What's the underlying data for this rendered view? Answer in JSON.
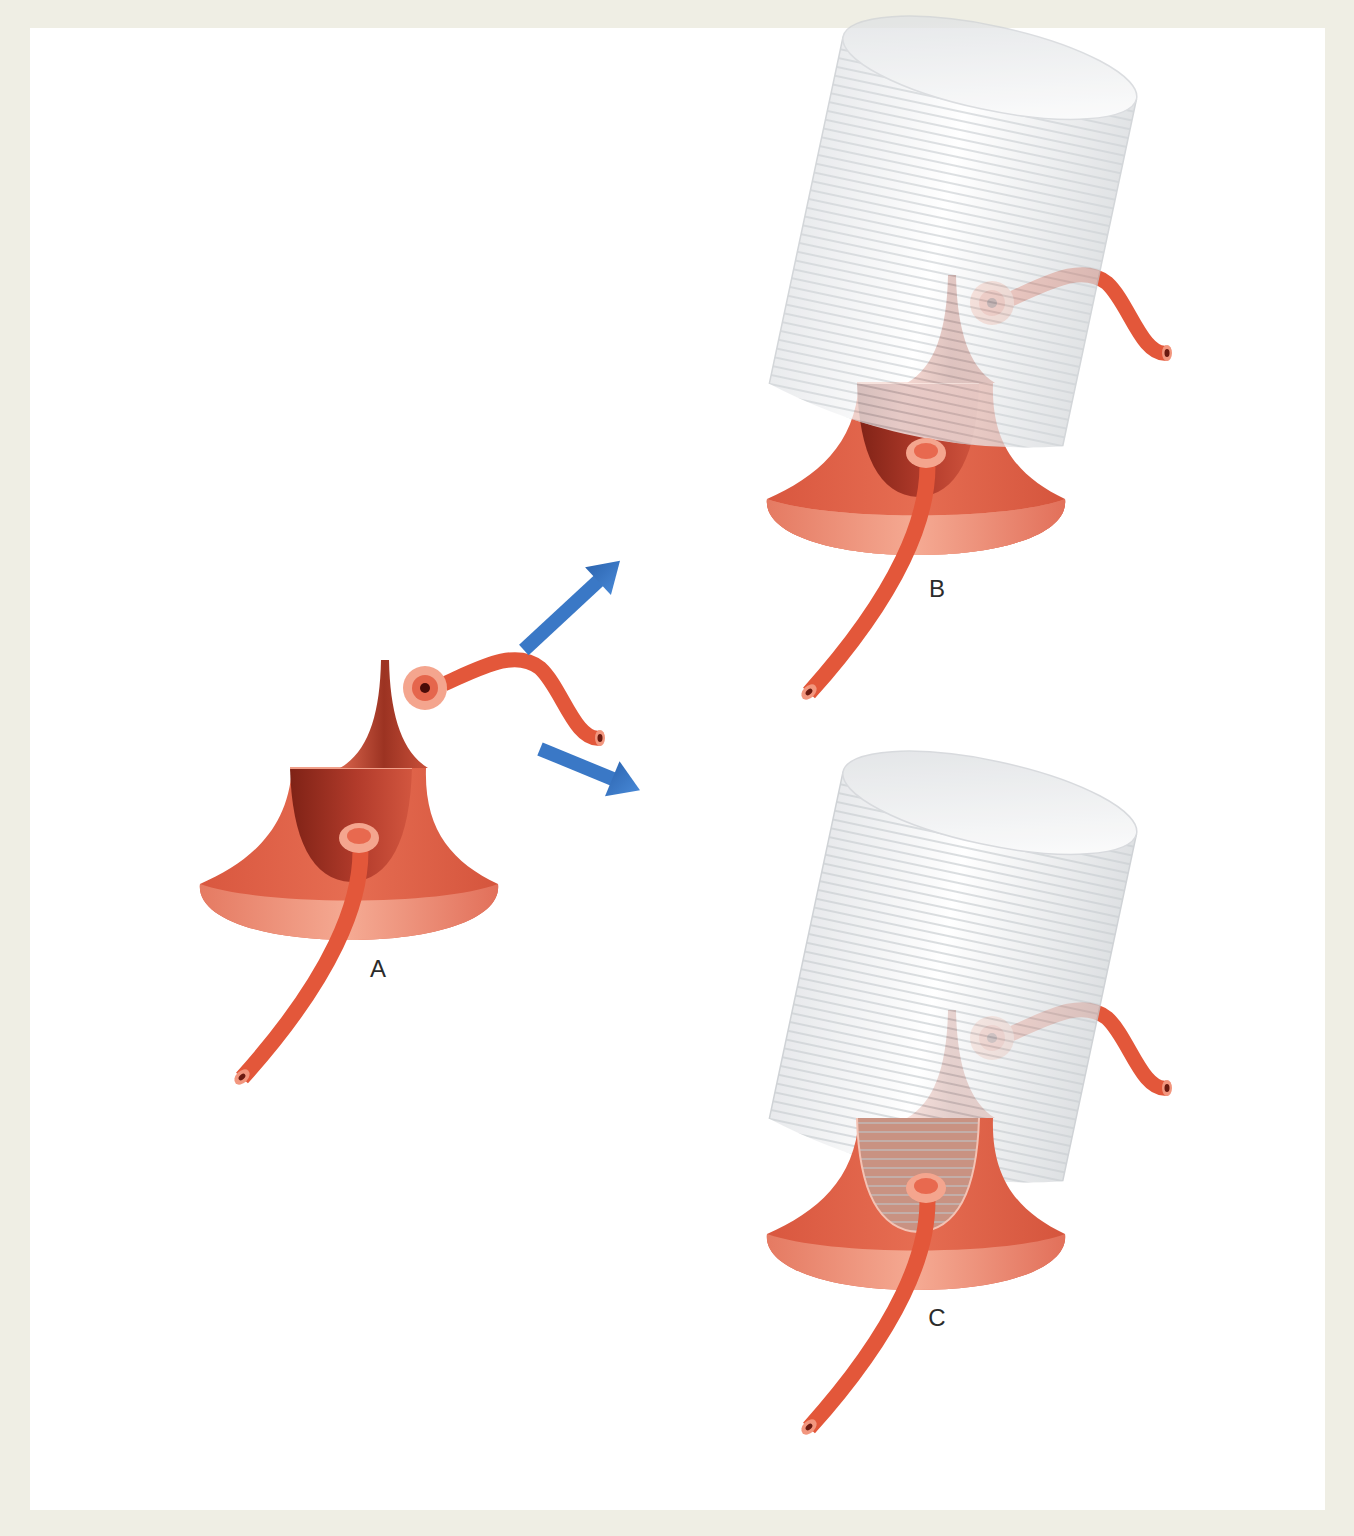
{
  "diagram": {
    "nodes": [
      {
        "text": [
          "A"
        ]
      },
      {
        "text": [
          "B"
        ]
      },
      {
        "text": [
          "C"
        ]
      }
    ],
    "edges": [
      {
        "from": 0,
        "to": 1,
        "arrow": "to"
      },
      {
        "from": 0,
        "to": 2,
        "arrow": "to"
      }
    ]
  }
}
